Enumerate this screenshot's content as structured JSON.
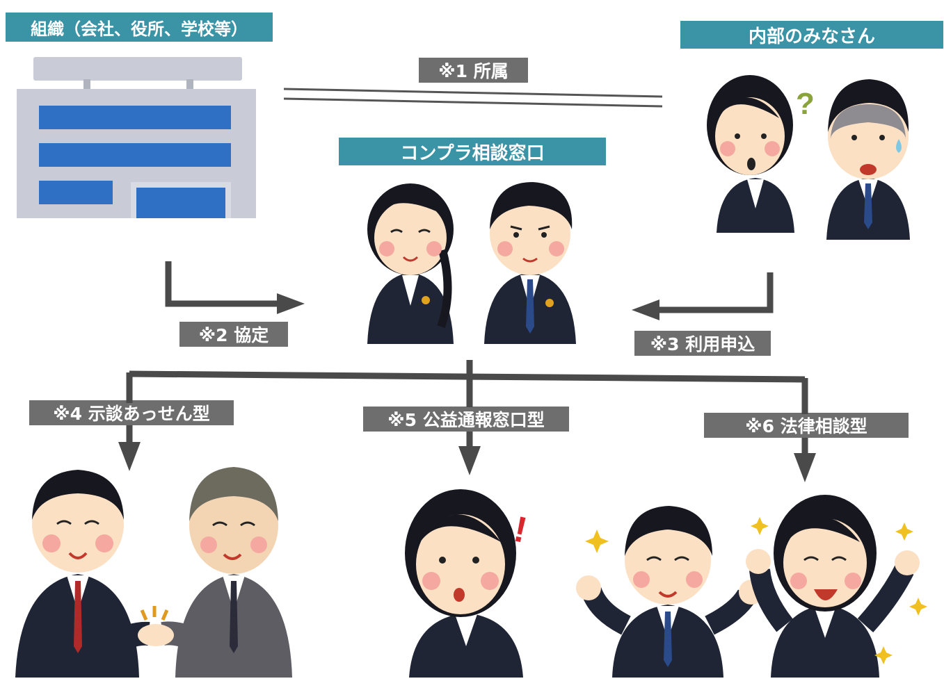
{
  "labels": {
    "organization": "組織（会社、役所、学校等）",
    "members": "内部のみなさん",
    "window": "コンプラ相談窓口",
    "affiliation": "※1 所属",
    "agreement": "※2 協定",
    "application": "※3 利用申込",
    "mediation": "※4 示談あっせん型",
    "whistleblowing": "※5 公益通報窓口型",
    "legal": "※6 法律相談型"
  },
  "marks": {
    "question": "?",
    "exclamation": "!"
  },
  "colors": {
    "header": "#3b93a6",
    "tag": "#6e6e6e",
    "arrow": "#4a4a4a",
    "suit": "#1f2535",
    "hair": "#17171f",
    "skin": "#fbe0c4",
    "building": "#c9ccd6",
    "window": "#2f6fc4"
  },
  "icons": [
    "building-icon",
    "consultants-icon",
    "employees-icon",
    "handshake-icon",
    "surprised-woman-icon",
    "celebrating-people-icon"
  ]
}
